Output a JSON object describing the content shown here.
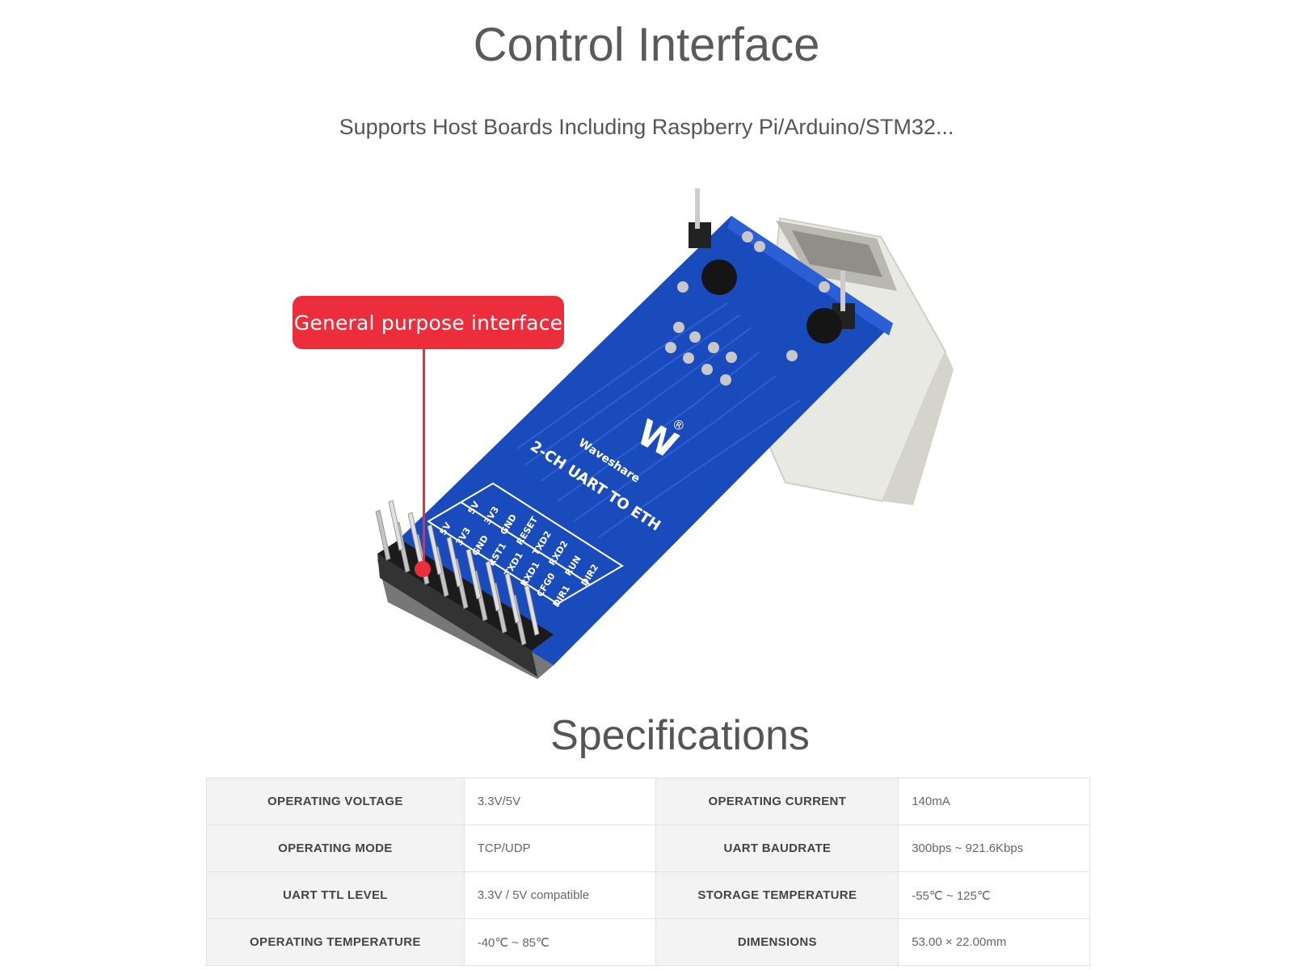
{
  "header": {
    "title": "Control Interface",
    "subtitle": "Supports Host Boards Including Raspberry Pi/Arduino/STM32..."
  },
  "product_image": {
    "callout": "General purpose interface",
    "board": {
      "brand": "Waveshare",
      "model": "2-CH UART TO ETH",
      "pin_labels_top": [
        "5V",
        "3V3",
        "GND",
        "RESET",
        "TXD2",
        "RXD2",
        "RUN",
        "DIR2"
      ],
      "pin_labels_bottom": [
        "5V",
        "3V3",
        "GND",
        "RST1",
        "TXD1",
        "RXD1",
        "CFG0",
        "DIR1"
      ]
    },
    "colors": {
      "pcb": "#1a4bbd",
      "callout": "#ec2d3b",
      "rj45": "#e8e8e2"
    }
  },
  "specs": {
    "title": "Specifications",
    "rows": [
      [
        {
          "k": "OPERATING VOLTAGE",
          "v": "3.3V/5V"
        },
        {
          "k": "OPERATING CURRENT",
          "v": "140mA"
        }
      ],
      [
        {
          "k": "OPERATING MODE",
          "v": "TCP/UDP"
        },
        {
          "k": "UART BAUDRATE",
          "v": "300bps ~ 921.6Kbps"
        }
      ],
      [
        {
          "k": "UART TTL LEVEL",
          "v": "3.3V / 5V compatible"
        },
        {
          "k": "STORAGE TEMPERATURE",
          "v": "-55℃ ~ 125℃"
        }
      ],
      [
        {
          "k": "OPERATING TEMPERATURE",
          "v": "-40℃ ~ 85℃"
        },
        {
          "k": "DIMENSIONS",
          "v": "53.00 × 22.00mm"
        }
      ]
    ]
  }
}
